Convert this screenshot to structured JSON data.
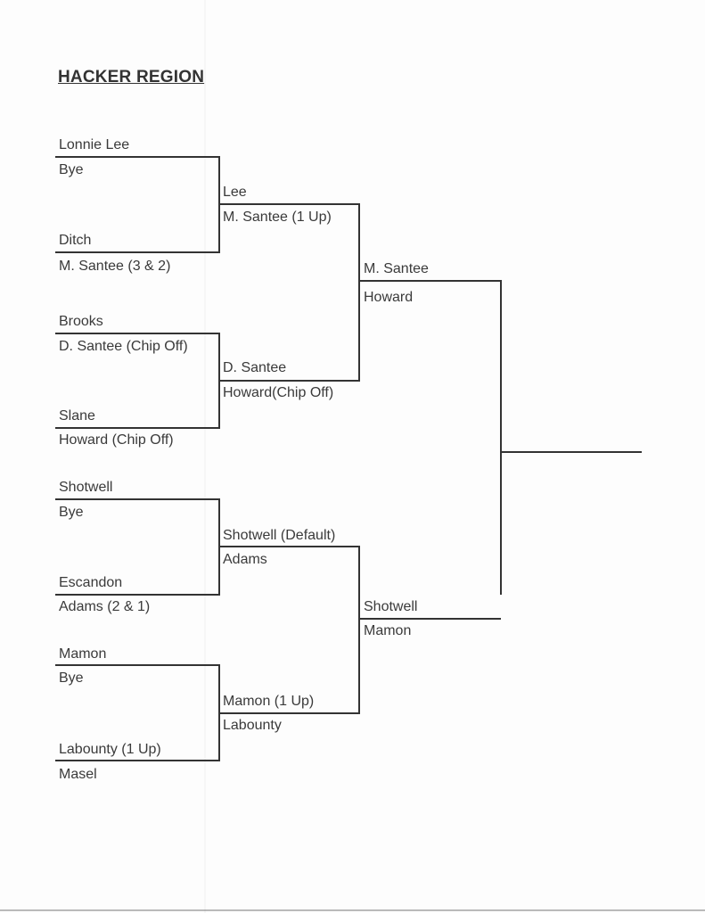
{
  "title": "HACKER REGION",
  "round1": [
    {
      "top": "Lonnie Lee",
      "mid": "Bye",
      "bottom_above": "Ditch",
      "bottom_below": "M. Santee (3 & 2)"
    },
    {
      "top": "Brooks",
      "mid": "D. Santee (Chip Off)",
      "bottom_above": "Slane",
      "bottom_below": "Howard (Chip Off)"
    },
    {
      "top": "Shotwell",
      "mid": "Bye",
      "bottom_above": "Escandon",
      "bottom_below": "Adams (2 & 1)"
    },
    {
      "top": "Mamon",
      "mid": "Bye",
      "bottom_above": "Labounty (1 Up)",
      "bottom_below": "Masel"
    }
  ],
  "round2": [
    {
      "above": "Lee",
      "below": "M. Santee  (1 Up)"
    },
    {
      "above": "D. Santee",
      "below": "Howard(Chip Off)"
    },
    {
      "above": "Shotwell (Default)",
      "below": "Adams"
    },
    {
      "above": "Mamon (1 Up)",
      "below": "Labounty"
    }
  ],
  "round3": [
    {
      "above": "M. Santee",
      "below": "Howard"
    },
    {
      "above": "Shotwell",
      "below": "Mamon"
    }
  ]
}
